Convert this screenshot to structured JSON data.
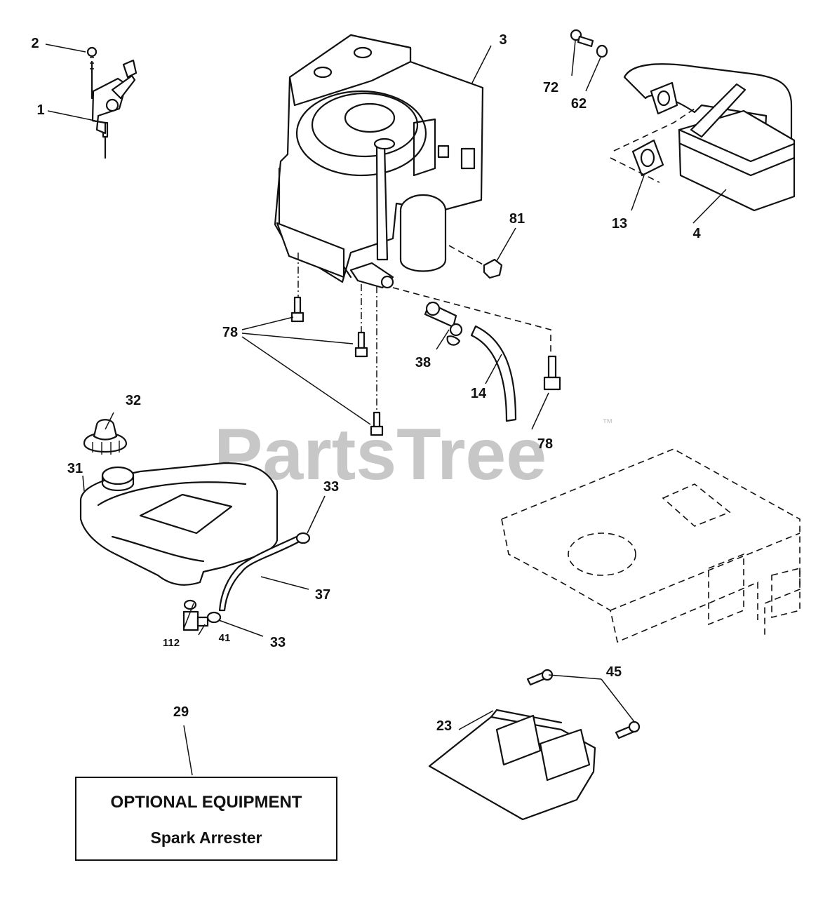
{
  "watermark": {
    "text": "PartsTree",
    "trademark": "™"
  },
  "callouts": {
    "c1": "1",
    "c2": "2",
    "c3": "3",
    "c4": "4",
    "c13": "13",
    "c14": "14",
    "c23": "23",
    "c29": "29",
    "c31": "31",
    "c32": "32",
    "c33a": "33",
    "c33b": "33",
    "c37": "37",
    "c38": "38",
    "c41": "41",
    "c45": "45",
    "c62": "62",
    "c72": "72",
    "c78a": "78",
    "c78b": "78",
    "c81": "81",
    "c112": "112"
  },
  "optional_box": {
    "title": "OPTIONAL EQUIPMENT",
    "item": "Spark Arrester"
  }
}
